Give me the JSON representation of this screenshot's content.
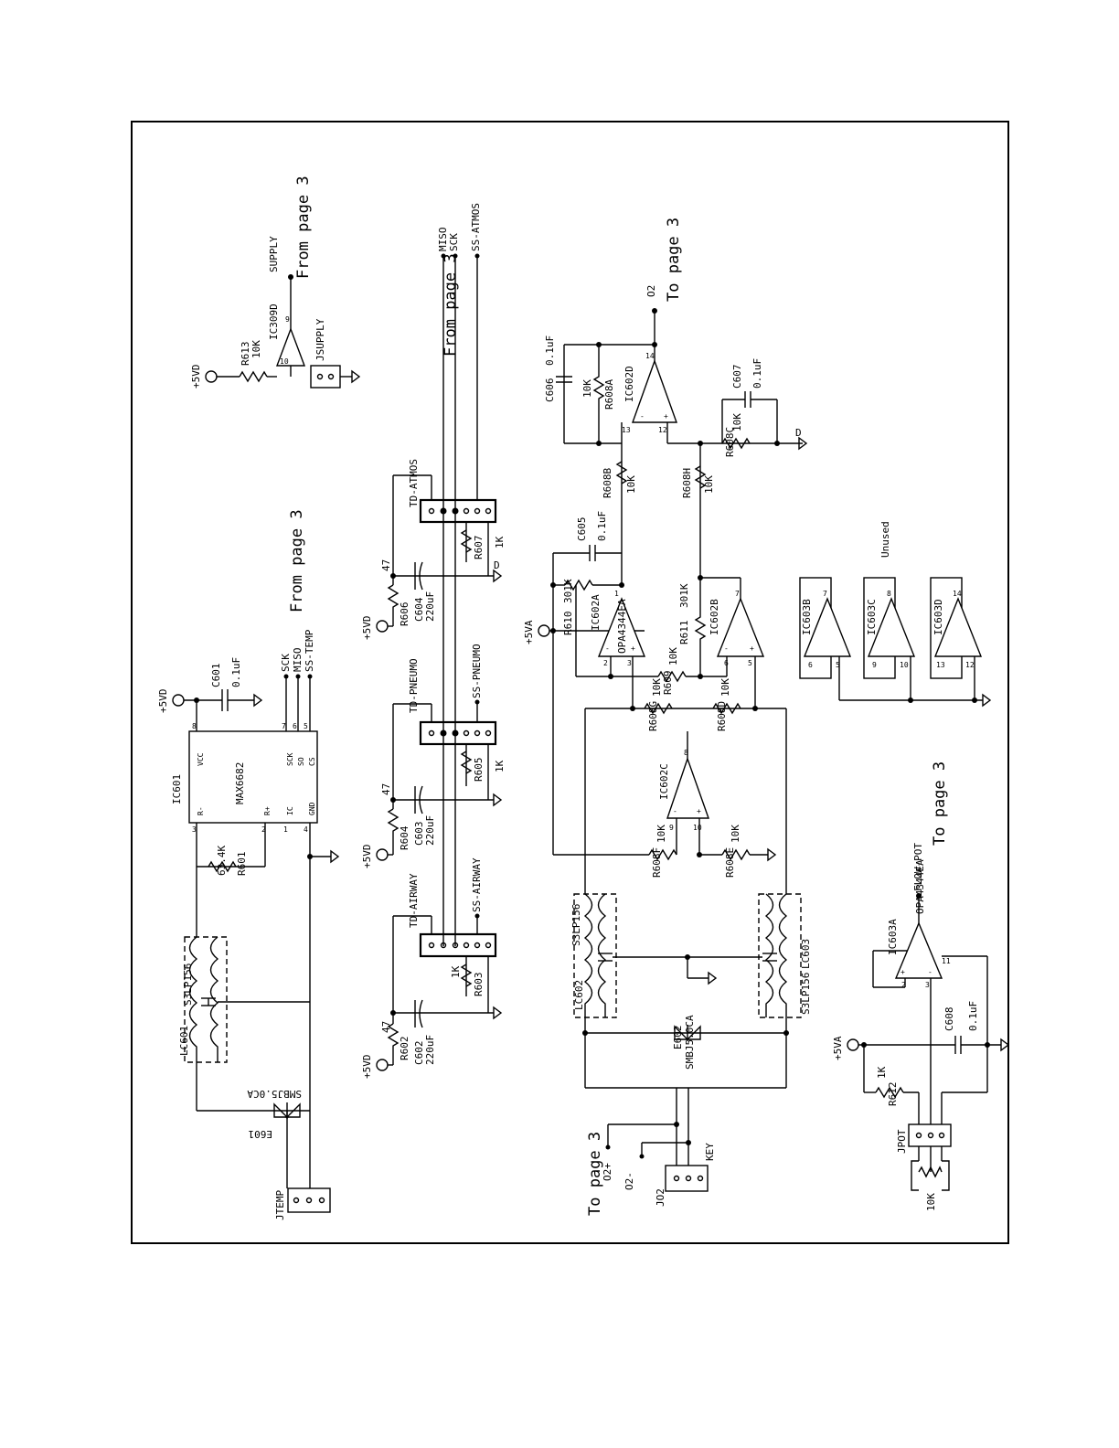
{
  "page_refs": {
    "from_page_3_supply": "From page 3",
    "from_page_3_temp": "From page 3",
    "from_page_3_spi": "From page 3",
    "to_page_3_o2": "To page 3",
    "to_page_3_jo2": "To page 3",
    "to_page_3_flow": "To page 3"
  },
  "nets": {
    "p5vd_a": "+5VD",
    "p5vd_b": "+5VD",
    "p5vd_c": "+5VD",
    "p5vd_d": "+5VD",
    "p5vd_e": "+5VD",
    "p5va_a": "+5VA",
    "p5va_b": "+5VA",
    "supply": "SUPPLY",
    "sck": "SCK",
    "miso": "MISO",
    "ss_temp": "SS-TEMP",
    "miso2": "MISO",
    "sck2": "SCK",
    "ss_atmos": "SS-ATMOS",
    "ss_pneumo": "SS-PNEUMO",
    "ss_airway": "SS-AIRWAY",
    "o2": "O2",
    "o2p": "O2+",
    "o2m": "O2-",
    "flow_pot": "FLOW-POT",
    "gnd": "D",
    "unused": "Unused"
  },
  "components": {
    "r613": "R613",
    "r613v": "10K",
    "ic309d": "IC309D",
    "jsupply": "JSUPPLY",
    "c601": "C601",
    "c601v": "0.1uF",
    "ic601": "IC601",
    "ic601p": "MAX6682",
    "vcc": "VCC",
    "rm": "R-",
    "rp": "R+",
    "ic": "IC",
    "gndp": "GND",
    "sckp": "SCK",
    "sop": "SO",
    "csp": "CS",
    "r601": "R601",
    "r601v": "63.4K",
    "lc601": "LC601",
    "s3lp156a": "S3LP156",
    "e601": "E601",
    "smb_a": "SMBJ5.0CA",
    "jtemp": "JTEMP",
    "tdatmos": "TD-ATMOS",
    "tdpneumo": "TD-PNEUMO",
    "tdairway": "TD-AIRWAY",
    "r602": "R602",
    "r604": "R604",
    "r606": "R606",
    "r47": "47",
    "r603": "R603",
    "r605": "R605",
    "r607": "R607",
    "r1k": "1K",
    "c602": "C602",
    "c603": "C603",
    "c604": "C604",
    "c220": "220uF",
    "c605": "C605",
    "c605v": "0.1uF",
    "c606": "C606",
    "c606v": "0.1uF",
    "c607": "C607",
    "c607v": "0.1uF",
    "c608": "C608",
    "c608v": "0.1uF",
    "r608a": "R608A",
    "r608b": "R608B",
    "r608c": "R608C",
    "r608d": "R608D",
    "r608e": "R608E",
    "r608f": "R608F",
    "r608g": "R608G",
    "r608h": "R608H",
    "r10k": "10K",
    "r609": "R609",
    "r609v": "10K",
    "r610": "R610",
    "r610v": "301K",
    "r611": "R611",
    "r611v": "301K",
    "r612": "R612",
    "r612v": "1K",
    "ic602a": "IC602A",
    "ic602b": "IC602B",
    "ic602c": "IC602C",
    "ic602d": "IC602D",
    "opa": "OPA4344EA",
    "opa2": "OPA4344EA",
    "ic603a": "IC603A",
    "ic603b": "IC603B",
    "ic603c": "IC603C",
    "ic603d": "IC603D",
    "lc602": "LC602",
    "lc603": "LC603",
    "s3lp156b": "S3LP156",
    "s3lp156c": "S3LP156",
    "e602": "E602",
    "smb_b": "SMBJ5.0CA",
    "jo2": "JO2",
    "key": "KEY",
    "jpot": "JPOT",
    "pot": "10K"
  },
  "pins": {
    "p1": "1",
    "p2": "2",
    "p3": "3",
    "p4": "4",
    "p5": "5",
    "p6": "6",
    "p7": "7",
    "p8": "8",
    "p9": "9",
    "p10": "10",
    "p11": "11",
    "p12": "12",
    "p13": "13",
    "p14": "14",
    "plus": "+",
    "minus": "-"
  }
}
